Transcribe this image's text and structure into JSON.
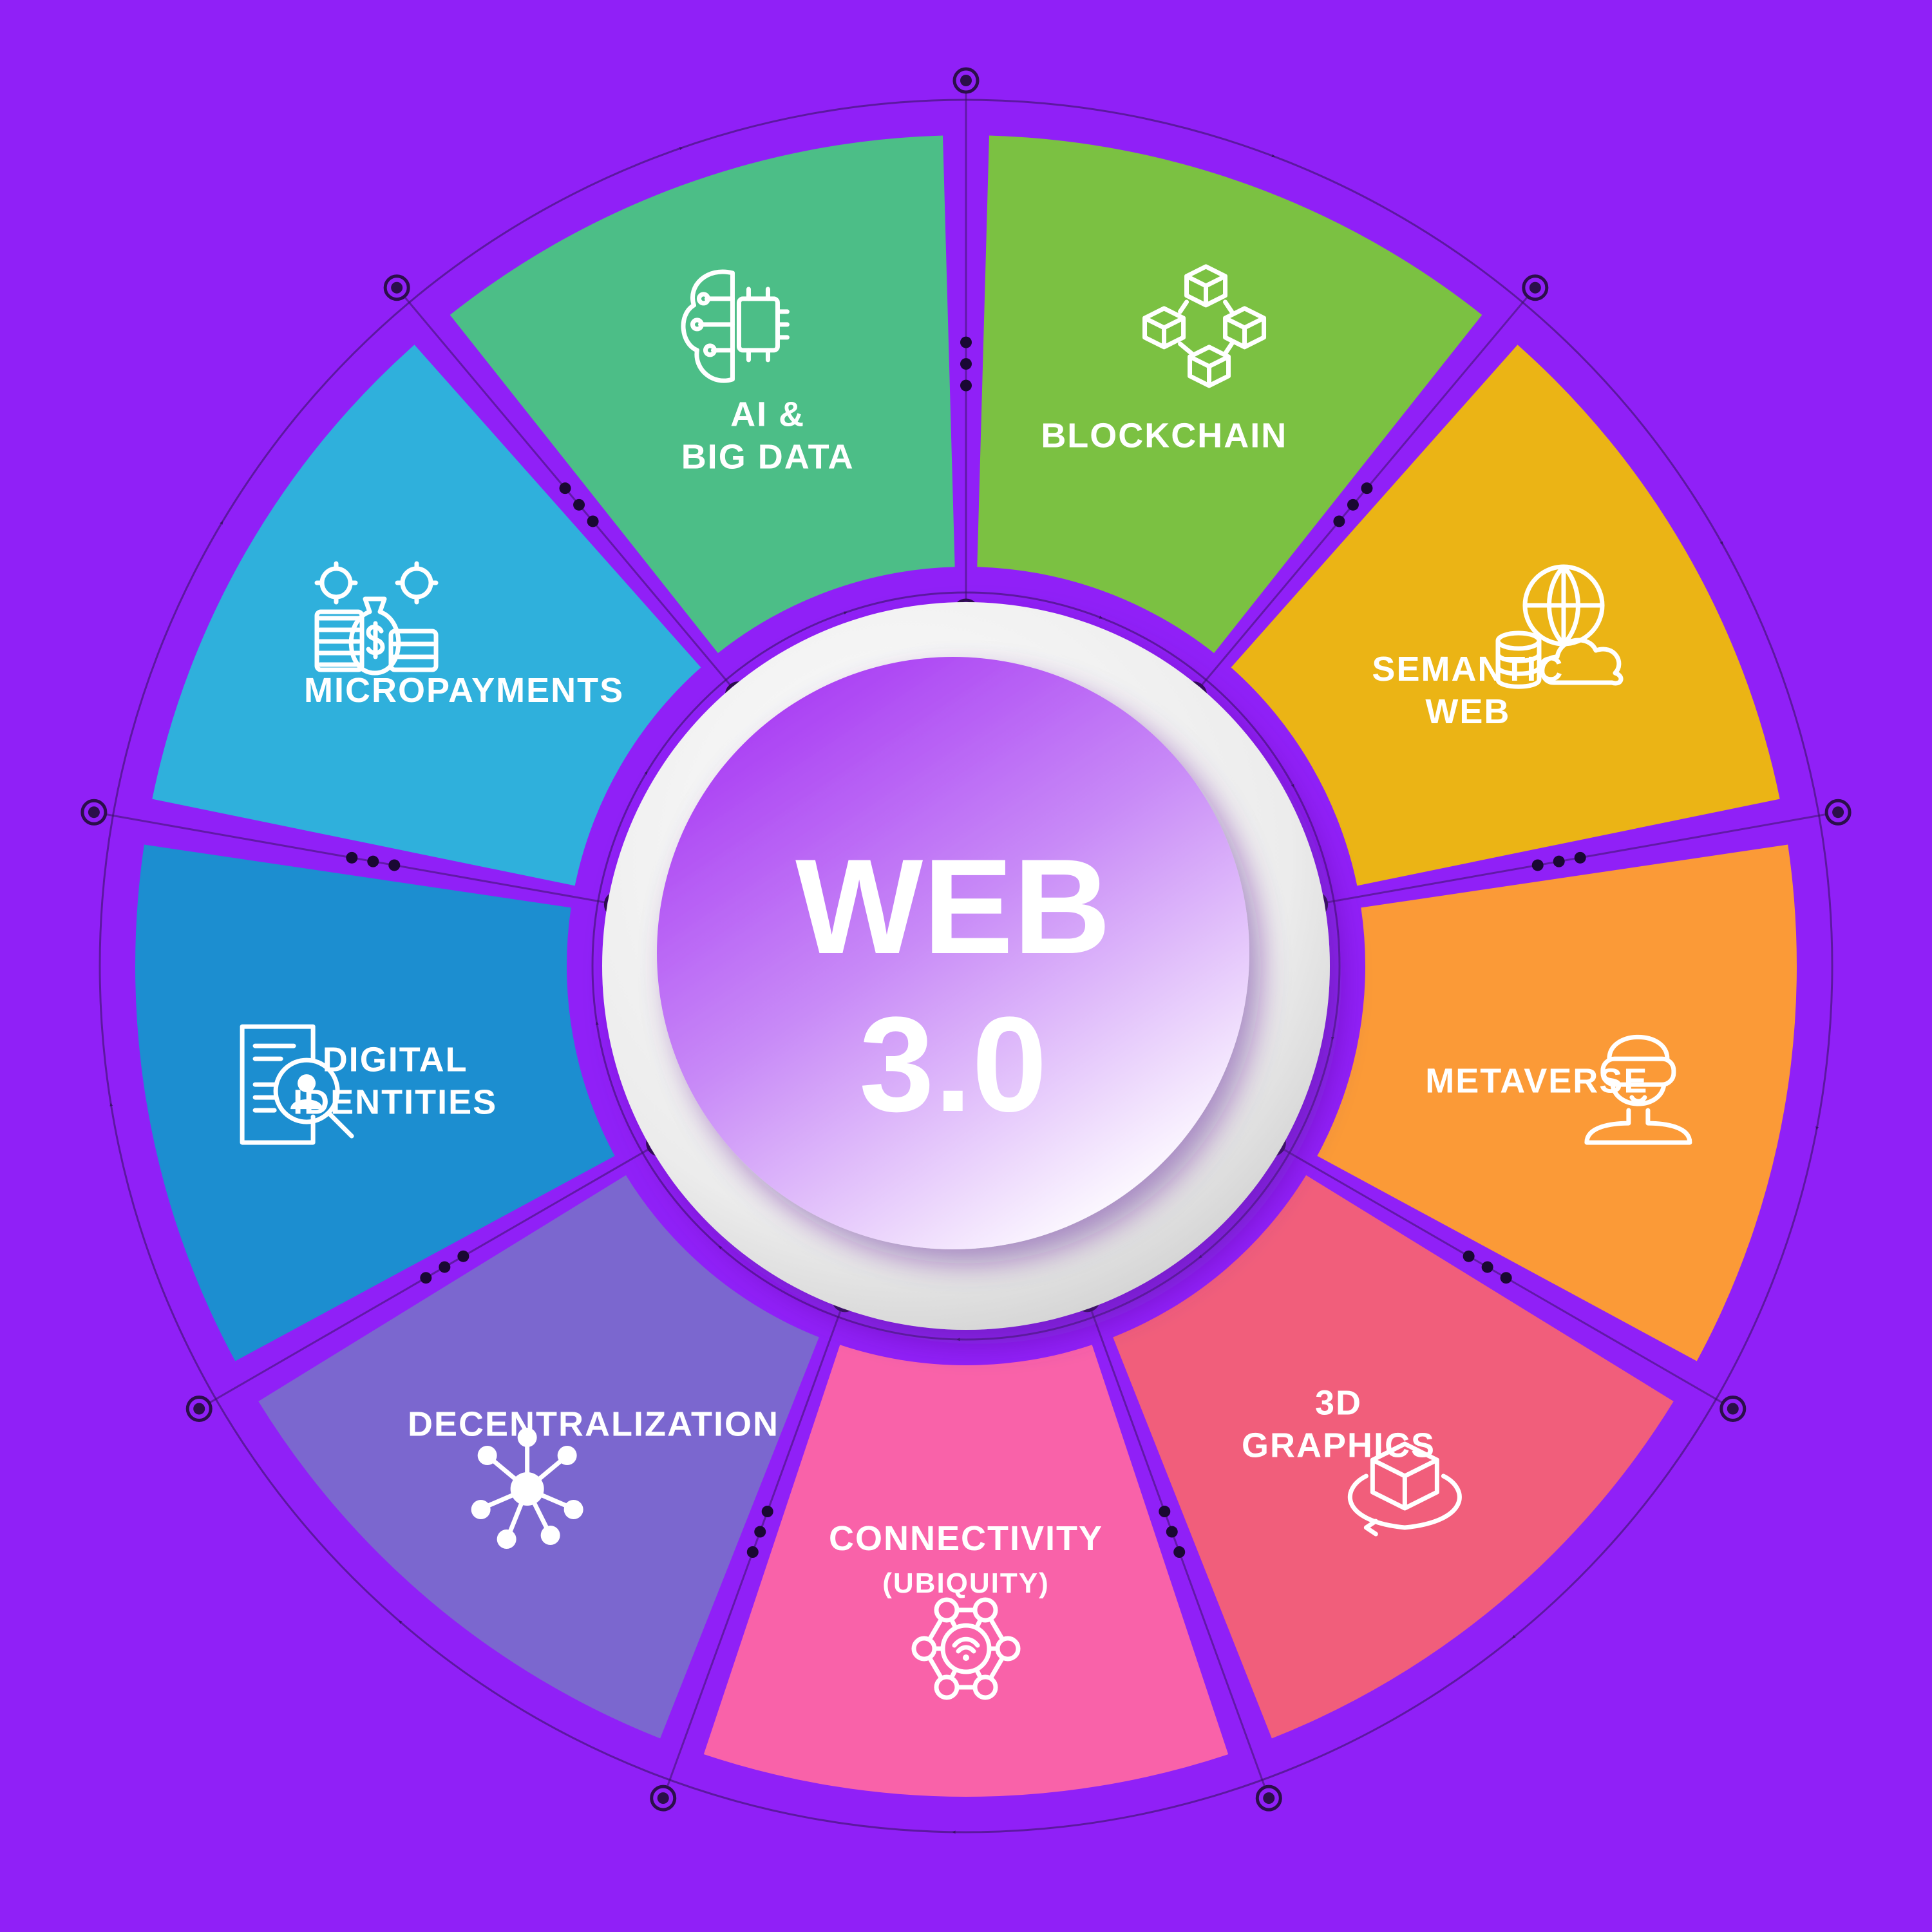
{
  "center": {
    "line1": "WEB",
    "line2": "3.0"
  },
  "segments": [
    {
      "id": "blockchain",
      "lines": [
        "BLOCKCHAIN"
      ],
      "color": "#7bc142",
      "icon": "blockchain-cubes-icon"
    },
    {
      "id": "semantic-web",
      "lines": [
        "SEMANTIC",
        "WEB"
      ],
      "color": "#ebb415",
      "icon": "globe-database-cloud-icon"
    },
    {
      "id": "metaverse",
      "lines": [
        "METAVERSE"
      ],
      "color": "#fb9a37",
      "icon": "vr-headset-person-icon"
    },
    {
      "id": "3d-graphics",
      "lines": [
        "3D",
        "GRAPHICS"
      ],
      "color": "#f15e7b",
      "icon": "rotating-cube-icon"
    },
    {
      "id": "connectivity",
      "lines": [
        "CONNECTIVITY",
        "(UBIQUITY)"
      ],
      "color": "#f962a9",
      "icon": "network-wifi-hexagon-icon"
    },
    {
      "id": "decentralization",
      "lines": [
        "DECENTRALIZATION"
      ],
      "color": "#7b67cf",
      "icon": "hub-nodes-icon"
    },
    {
      "id": "digital-identities",
      "lines": [
        "DIGITAL",
        "IDENTITIES"
      ],
      "color": "#1c8ed0",
      "icon": "document-magnifier-user-icon"
    },
    {
      "id": "micropayments",
      "lines": [
        "MICROPAYMENTS"
      ],
      "color": "#2fb0dc",
      "icon": "coins-money-bag-gears-icon"
    },
    {
      "id": "ai-big-data",
      "lines": [
        "AI &",
        "BIG DATA"
      ],
      "color": "#4cbe87",
      "icon": "brain-circuit-icon"
    }
  ]
}
